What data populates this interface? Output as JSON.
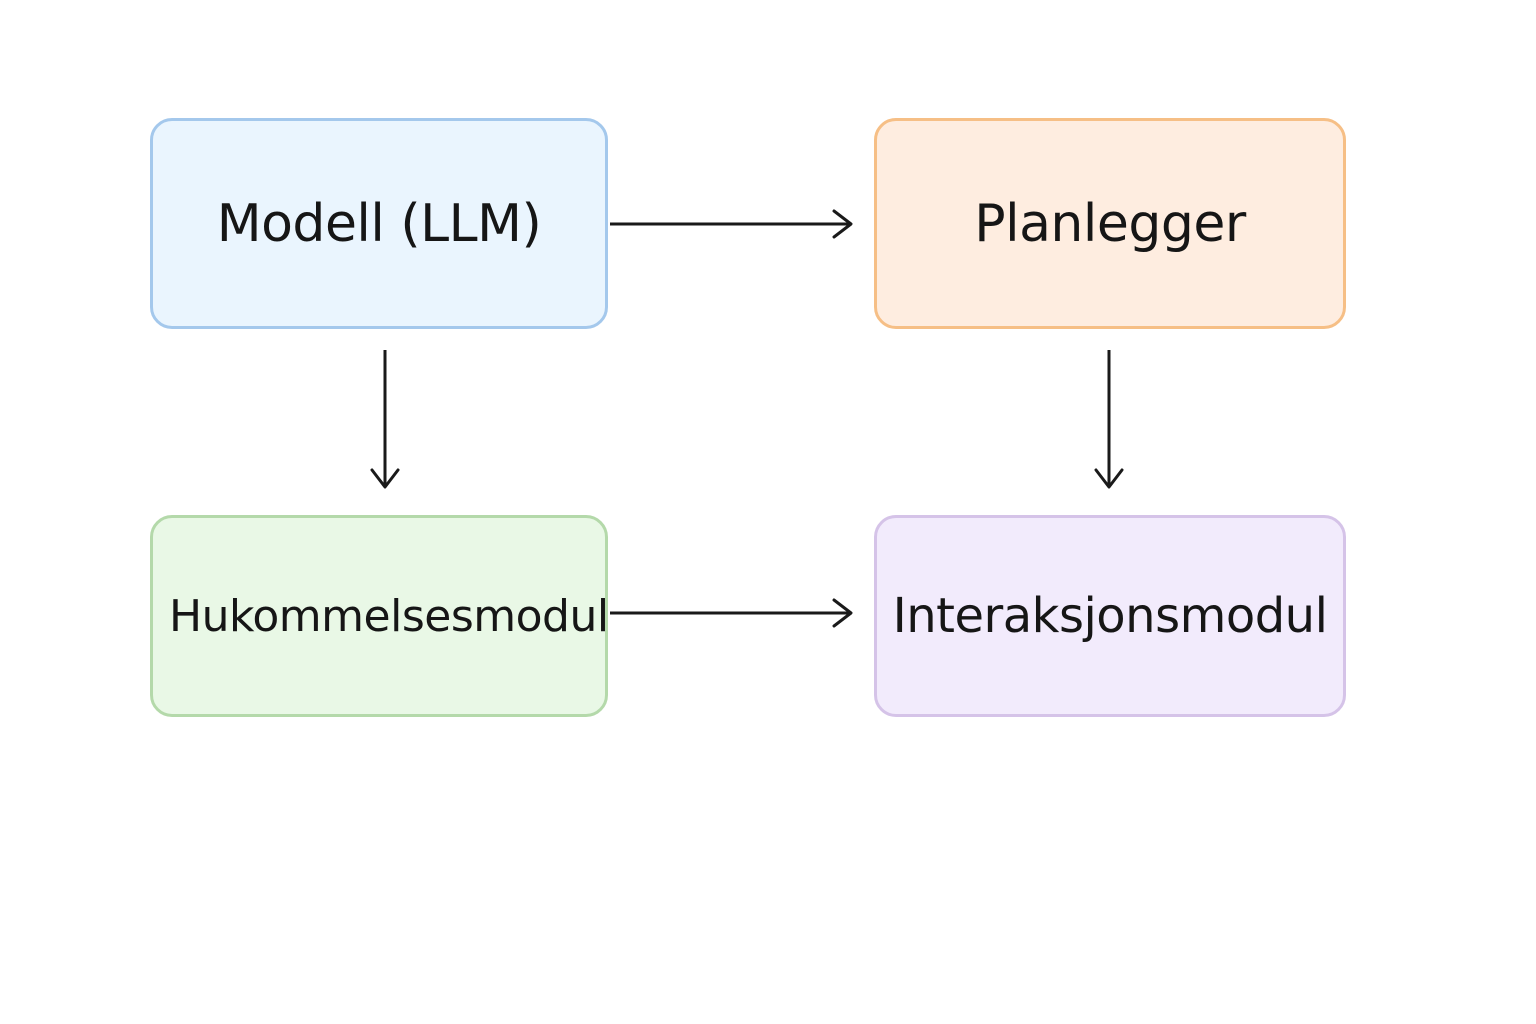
{
  "diagram": {
    "nodes": [
      {
        "id": "model",
        "label": "Modell (LLM)",
        "fill": "#eaf5fe",
        "border": "#a4c8ec"
      },
      {
        "id": "planner",
        "label": "Planlegger",
        "fill": "#feede0",
        "border": "#f6bf86"
      },
      {
        "id": "memory",
        "label": "Hukommelsesmodul",
        "fill": "#e9f8e6",
        "border": "#b4d9aa"
      },
      {
        "id": "interaction",
        "label": "Interaksjonsmodul",
        "fill": "#f2ebfc",
        "border": "#d5c3e8"
      }
    ],
    "edges": [
      {
        "from": "model",
        "to": "planner"
      },
      {
        "from": "model",
        "to": "memory"
      },
      {
        "from": "planner",
        "to": "interaction"
      },
      {
        "from": "memory",
        "to": "interaction"
      }
    ]
  }
}
